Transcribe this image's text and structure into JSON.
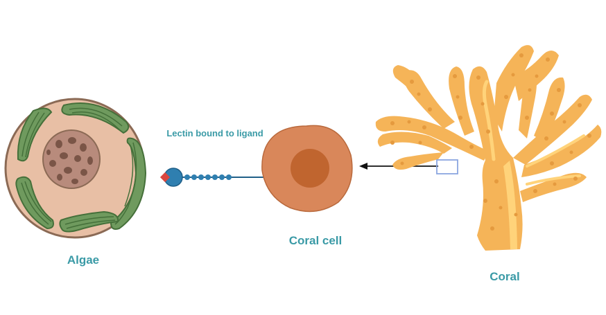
{
  "labels": {
    "algae": "Algae",
    "lectin": "Lectin bound to ligand",
    "coral_cell": "Coral cell",
    "coral": "Coral"
  },
  "colors": {
    "label_text": "#3a9aa6",
    "algae_body": "#e8bfa5",
    "algae_wall": "#8b6a55",
    "chloroplast": "#6f9a5e",
    "chloroplast_stripe": "#45703a",
    "nucleus": "#b88b7c",
    "nucleolus_dots": "#7a5547",
    "coral_cell_body": "#d9875a",
    "coral_cell_nucleus": "#c0652f",
    "lectin_blue": "#2f7fb0",
    "ligand_red": "#d9463f",
    "coral_fill": "#f5b458",
    "coral_light": "#ffd37a",
    "zoom_box": "#8aa6e0",
    "arrow": "#111111"
  }
}
